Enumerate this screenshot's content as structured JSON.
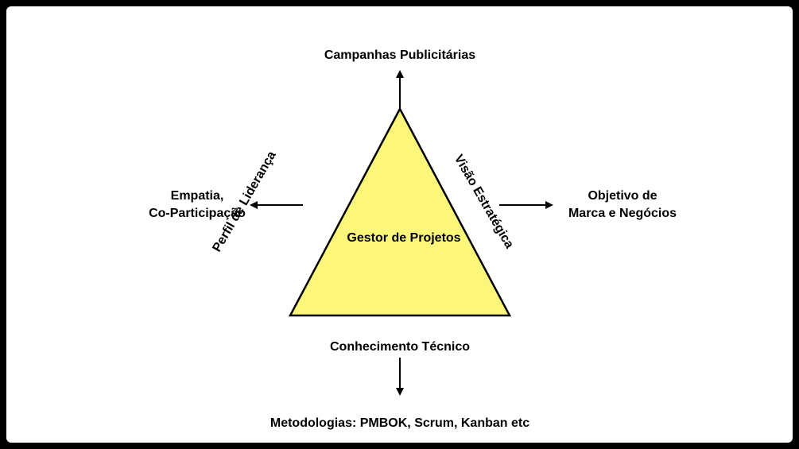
{
  "colors": {
    "triangle_fill": "#fcf67b",
    "stroke": "#000000"
  },
  "diagram": {
    "top": "Campanhas Publicitárias",
    "left_line1": "Empatia,",
    "left_line2": "Co-Participação",
    "right_line1": "Objetivo de",
    "right_line2": "Marca e Negócios",
    "center": "Gestor de Projetos",
    "side_left": "Perfil de Liderança",
    "side_right": "Visão Estratégica",
    "bottom": "Conhecimento Técnico",
    "footer": "Metodologias: PMBOK, Scrum, Kanban etc"
  }
}
